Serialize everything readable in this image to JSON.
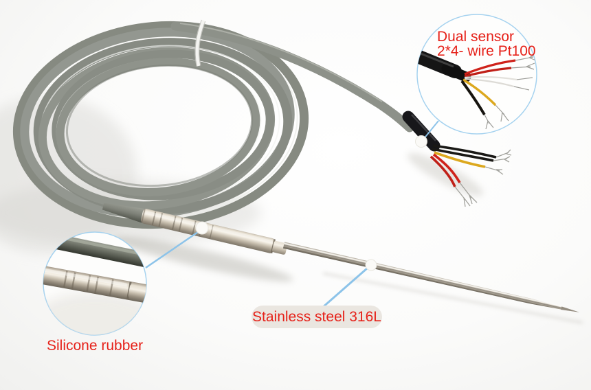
{
  "scene": {
    "subject": "temperature sensor probe with coiled grey cable, stripped dual-sensor wire end and annotated zoom insets"
  },
  "callouts": {
    "dual_sensor": {
      "line1": "Dual sensor",
      "line2": "2*4- wire Pt100"
    },
    "stainless_steel": {
      "label": "Stainless steel 316L"
    },
    "silicone_rubber": {
      "label": "Silicone rubber"
    }
  },
  "colors": {
    "annotation_red": "#e62119",
    "callout_blue": "#8cc3e9",
    "inset_border_blue": "#a5d2ef",
    "label_background": "#eae6e0",
    "cable_grey": "#8d9189",
    "wire_red": "#cf221a",
    "wire_yellow": "#dca81e",
    "wire_black": "#1a1916",
    "wire_bare_silver": "#a2a29c",
    "steel_metal": "#c9c0b2",
    "background_white": "#f7f7f6"
  }
}
